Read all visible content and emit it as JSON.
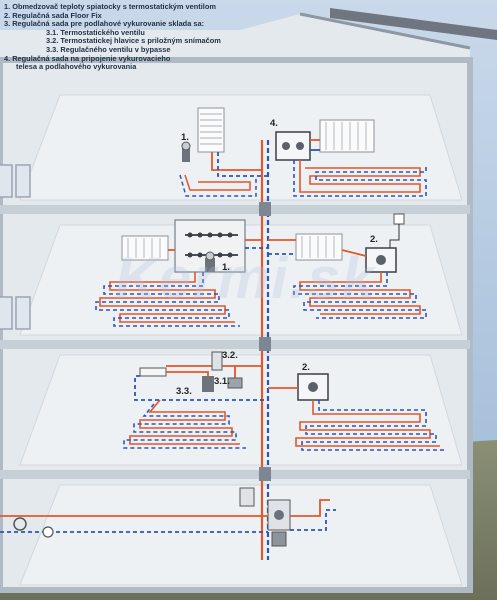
{
  "legend": {
    "items": [
      "1. Obmedzovač teploty spiatocky s termostatickým ventilom",
      "2. Regulačná sada Floor Fix",
      "3. Regulačná sada pre podlahové vykurovanie sklada sa:",
      "3.1. Termostatického ventilu",
      "3.2. Termostatickej hlavice s priložným snímačom",
      "3.3. Regulačného ventilu v bypasse",
      "4. Regulačná sada na pripojenie vykurovacieho",
      "telesa a podlahového vykurovania"
    ]
  },
  "callouts": {
    "c1_top": "1.",
    "c4": "4.",
    "c1_mid": "1.",
    "c2_mid": "2.",
    "c32": "3.2.",
    "c31": "3.1.",
    "c33": "3.3.",
    "c2_low": "2."
  },
  "watermark": "Kermi.sk",
  "colors": {
    "supply": "#e2572b",
    "return": "#2e56b3",
    "wall": "#b8c2cc",
    "sky": "#a6bfd8"
  }
}
